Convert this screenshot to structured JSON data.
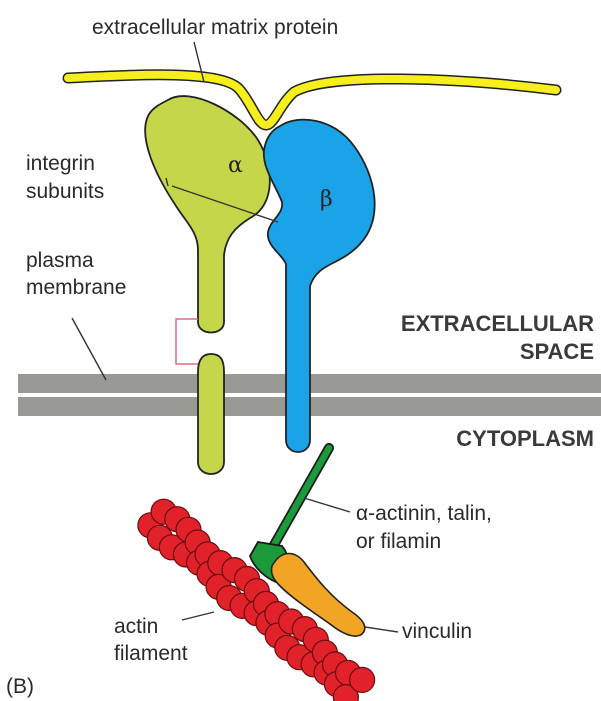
{
  "labels": {
    "ecm_protein": "extracellular matrix protein",
    "integrin_line1": "integrin",
    "integrin_line2": "subunits",
    "membrane_line1": "plasma",
    "membrane_line2": "membrane",
    "extracellular_line1": "EXTRACELLULAR",
    "extracellular_line2": "SPACE",
    "cytoplasm": "CYTOPLASM",
    "linker_line1": "α-actinin, talin,",
    "linker_line2": "or filamin",
    "vinculin": "vinculin",
    "actin_line1": "actin",
    "actin_line2": "filament",
    "panel": "(B)",
    "alpha": "α",
    "beta": "β"
  },
  "colors": {
    "ecm_yellow": "#f6ef1c",
    "alpha_green": "#c6d64a",
    "beta_blue": "#1aa3e6",
    "linker_green": "#1a9a3a",
    "vinculin_orange": "#f2a424",
    "actin_red": "#e2222a",
    "membrane_gray": "#9a9a95",
    "bracket_pink": "#e06b86"
  }
}
